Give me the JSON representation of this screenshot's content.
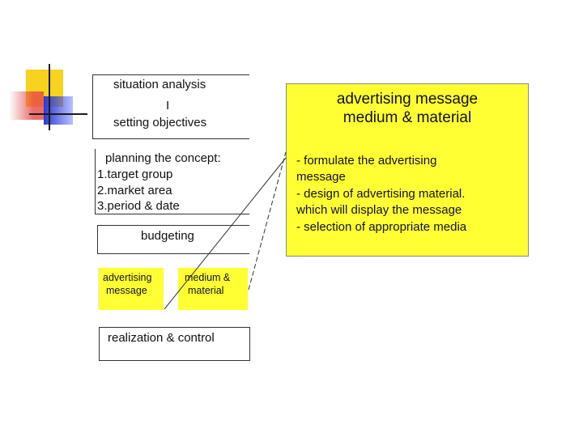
{
  "colors": {
    "highlight": "#ffff33",
    "logo_yellow": "#f7d21f",
    "logo_red": "#e84646",
    "logo_blue": "#2b3bd0"
  },
  "flow": {
    "box1": {
      "line1": "situation analysis",
      "line2": "I",
      "line3": "setting objectives"
    },
    "box2": {
      "heading": "planning the concept:",
      "items": [
        "1.target group",
        "2.market area",
        "3.period & date"
      ]
    },
    "box3": {
      "label": "budgeting"
    },
    "box4": {
      "line1": "advertising",
      "line2": "message"
    },
    "box5": {
      "line1": "medium &",
      "line2": "material"
    },
    "box6": {
      "label": "realization & control"
    }
  },
  "panel": {
    "title_line1": "advertising message",
    "title_line2": "medium & material",
    "bullets": [
      "- formulate the advertising",
      "message",
      "- design of advertising material.",
      "which will display the message",
      "- selection of appropriate media"
    ]
  }
}
